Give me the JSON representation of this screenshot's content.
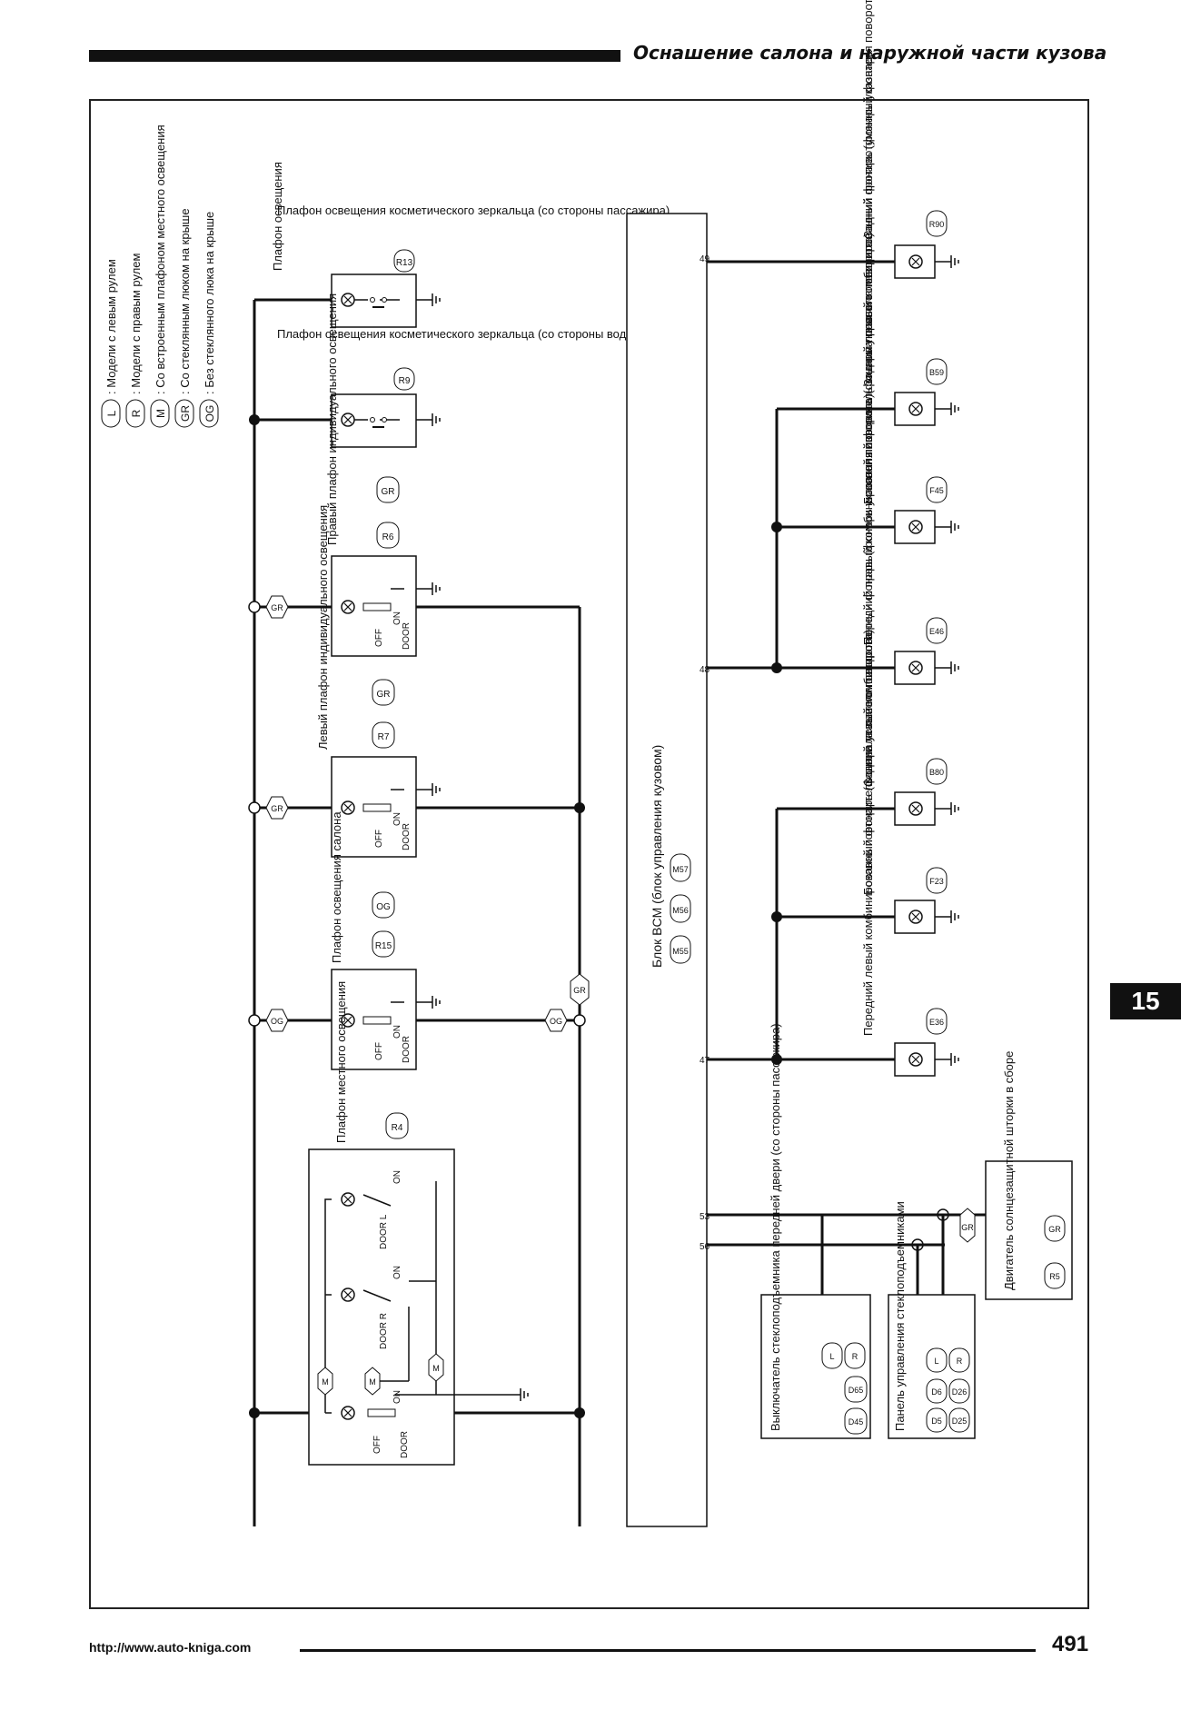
{
  "header": {
    "title": "Оснашение салона и наружной части кузова"
  },
  "tab": {
    "label": "15"
  },
  "footer": {
    "url": "http://www.auto-kniga.com",
    "page": "491"
  },
  "legend": [
    {
      "code": "L",
      "text": ": Модели с левым рулем"
    },
    {
      "code": "R",
      "text": ": Модели с правым рулем"
    },
    {
      "code": "M",
      "text": ": Со встроенным плафоном местного освещения"
    },
    {
      "code": "GR",
      "text": ": Со стеклянным люком на крыше"
    },
    {
      "code": "OG",
      "text": ": Без стеклянного люка на крыше"
    }
  ],
  "labels": {
    "vanity_pass": "Плафон освещения косметического зеркальца (со стороны пассажира)",
    "vanity_pass_conn": "R13",
    "vanity_drv": "Плафон освещения косметического зеркальца (со стороны водителя)",
    "vanity_drv_conn": "R9",
    "right_spot": "Правый плафон индивидуального освещения",
    "right_spot_conn": "R6",
    "right_spot_cond": "GR",
    "left_spot": "Левый плафон индивидуального освещения",
    "left_spot_conn": "R7",
    "left_spot_cond": "GR",
    "room_lamp": "Плафон освещения салона",
    "room_lamp_conn": "R15",
    "room_lamp_cond": "OG",
    "map_lamp": "Плафон местного освещения",
    "map_lamp_conn": "R4",
    "bcm": "Блок BCM (блок управления кузовом)",
    "bcm_c1": "M55",
    "bcm_c2": "M56",
    "bcm_c3": "M57",
    "rear_fog": "Задний противотуманный фонарь",
    "rear_fog_conn": "R90",
    "rr_combi": "Задний правый комбинированный фонарь (фонарь указателя поворота)",
    "rr_combi_conn": "B59",
    "side_r": "Боковой повторитель сигнала правого поворота",
    "side_r_conn": "F45",
    "fr_combi": "Передний правый комбинированный фонарь (фонарь указателя поворота)",
    "fr_combi_conn": "E46",
    "rl_combi": "Задний левый комбинированный фонарь (фонарь указателя поворота)",
    "rl_combi_conn": "B80",
    "side_l": "Боковой повторитель сигнала левого поворота",
    "side_l_conn": "F23",
    "fl_combi": "Передний левый комбинированный фонарь (фонарь указателя поворота)",
    "fl_combi_conn": "E36",
    "sunshade": "Двигатель солнцезащитной шторки в сборе",
    "sunshade_conn": "R5",
    "sunshade_cond": "GR",
    "pw_switch": "Выключатель стеклоподъемника передней двери (со стороны пассажира)",
    "pw_switch_c1": "D45",
    "pw_switch_c2": "D65",
    "pw_panel": "Панель управления стеклоподъемниками",
    "pw_panel_c1": "D5",
    "pw_panel_c2": "D6",
    "pw_panel_c3": "D25",
    "pw_panel_c4": "D26",
    "cond_L": "L",
    "cond_R": "R",
    "cond_GR": "GR",
    "cond_OG": "OG",
    "cond_M": "M",
    "pin_49": "49",
    "pin_48": "48",
    "pin_47": "47",
    "pin_53": "53",
    "pin_56": "56",
    "sw_on": "ON",
    "sw_off": "OFF",
    "sw_door": "DOOR",
    "sw_door_r": "DOOR R",
    "sw_door_l": "DOOR L"
  }
}
